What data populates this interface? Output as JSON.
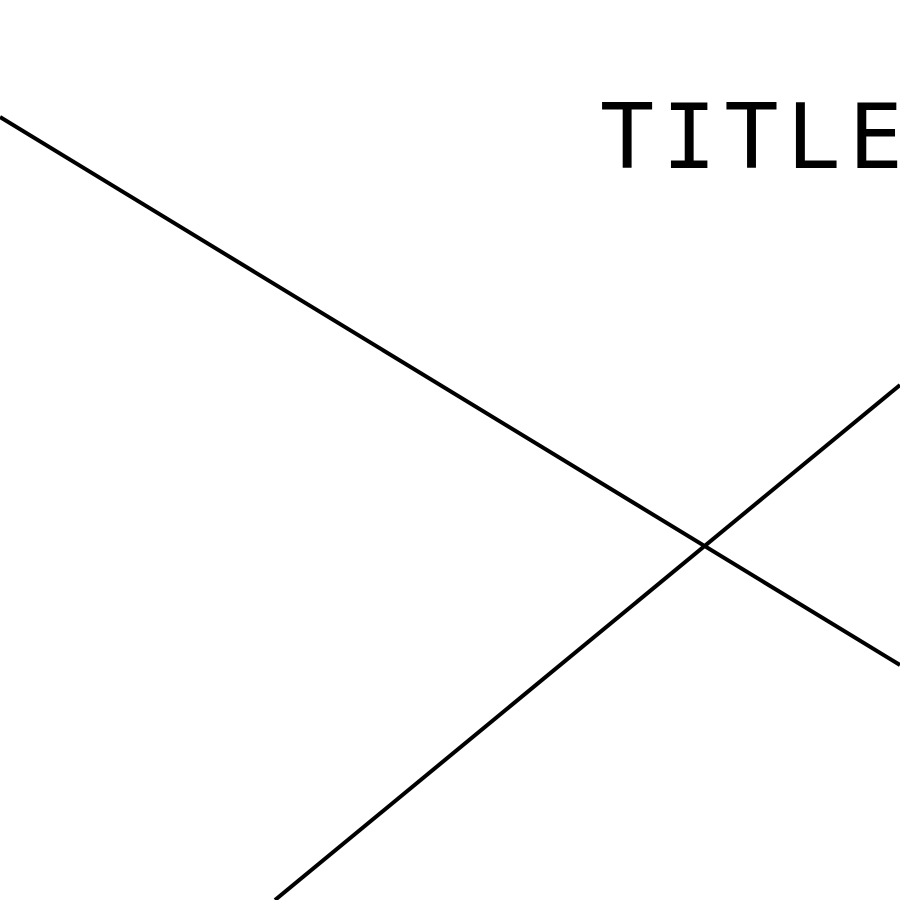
{
  "title": "TITLE",
  "colors": {
    "background": "#ffffff",
    "ink": "#000000"
  },
  "lines": [
    {
      "name": "descending-line",
      "style": "solid"
    },
    {
      "name": "ascending-line",
      "style": "solid"
    }
  ]
}
